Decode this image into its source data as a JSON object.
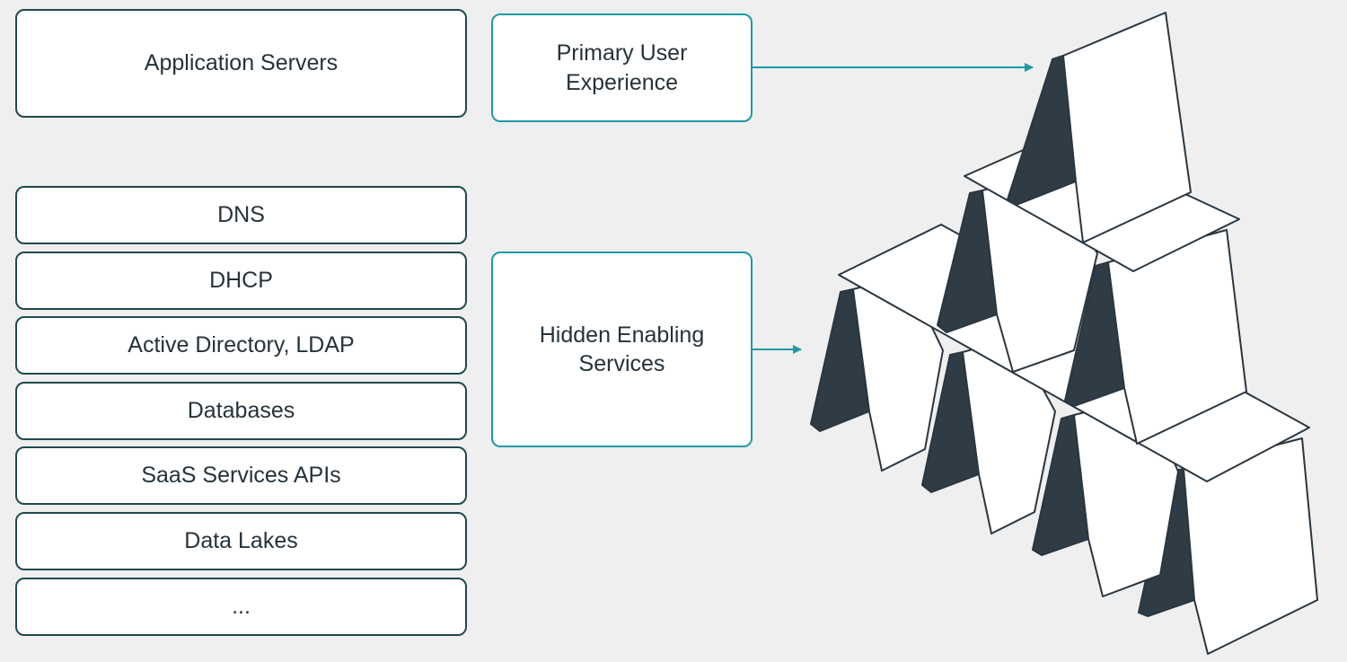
{
  "top": {
    "application_servers": "Application Servers",
    "primary_user_experience": {
      "line1": "Primary User",
      "line2": "Experience"
    }
  },
  "hidden_enabling_services": {
    "line1": "Hidden Enabling",
    "line2": "Services"
  },
  "services": [
    "DNS",
    "DHCP",
    "Active Directory, LDAP",
    "Databases",
    "SaaS Services APIs",
    "Data Lakes",
    "..."
  ],
  "colors": {
    "background": "#efefef",
    "box_border_dark": "#1f4a4e",
    "box_border_teal": "#1d9aa6",
    "arrow": "#1d9aa6",
    "card_shadow": "#2f3c45",
    "card_face": "#ffffff",
    "card_outline": "#2a3640"
  },
  "illustration": {
    "icon": "house-of-cards-icon"
  }
}
